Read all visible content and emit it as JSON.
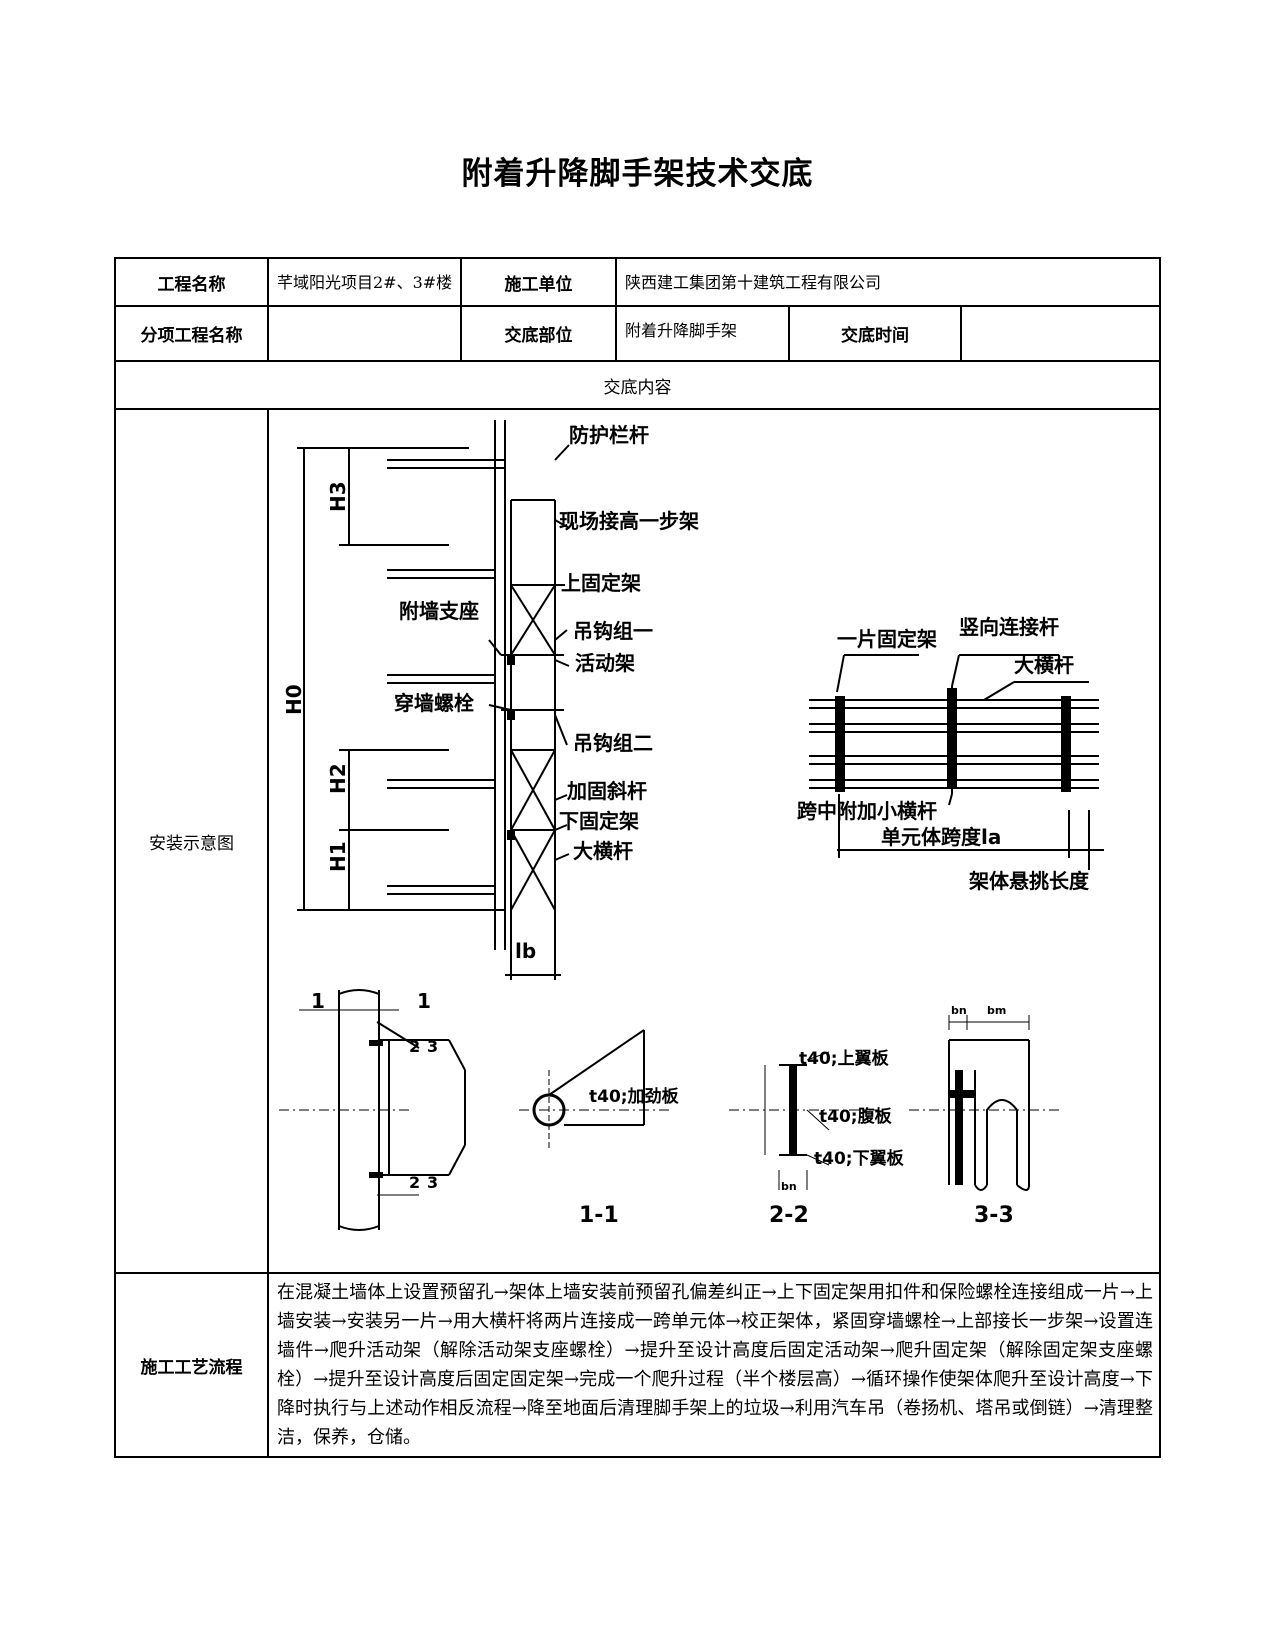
{
  "title": "附着升降脚手架技术交底",
  "header": {
    "project_name_label": "工程名称",
    "project_name": "芊域阳光项目2#、3#楼",
    "contractor_label": "施工单位",
    "contractor": "陕西建工集团第十建筑工程有限公司",
    "sub_project_label": "分项工程名称",
    "sub_project": "",
    "part_label": "交底部位",
    "part": "附着升降脚手架",
    "time_label": "交底时间",
    "time": ""
  },
  "content_header": "交底内容",
  "diagram": {
    "row_label": "安装示意图",
    "labels": {
      "guard_rail": "防护栏杆",
      "site_extend": "现场接高一步架",
      "upper_fixed": "上固定架",
      "wall_support": "附墙支座",
      "hook_group_1": "吊钩组一",
      "movable_frame": "活动架",
      "through_bolt": "穿墙螺栓",
      "hook_group_2": "吊钩组二",
      "reinforce_brace": "加固斜杆",
      "lower_fixed": "下固定架",
      "ledger_left": "大横杆",
      "h3": "H3",
      "h0": "H0",
      "h2": "H2",
      "h1": "H1",
      "lb": "lb",
      "one_fixed_frame": "一片固定架",
      "vertical_connector": "竖向连接杆",
      "ledger_right": "大横杆",
      "mid_span_bar": "跨中附加小横杆",
      "unit_span": "单元体跨度la",
      "cantilever": "架体悬挑长度",
      "sec1_mark_a": "1",
      "sec1_mark_b": "1",
      "weld_2a": "2",
      "weld_3a": "3",
      "weld_2b": "2",
      "weld_3b": "3",
      "t40_rib": "t40;加劲板",
      "t40_top": "t40;上翼板",
      "t40_web": "t40;腹板",
      "t40_bottom": "t40;下翼板",
      "dim_bn1": "bn",
      "dim_bn2": "bn",
      "dim_bm": "bm",
      "sec_1_1": "1-1",
      "sec_2_2": "2-2",
      "sec_3_3": "3-3"
    }
  },
  "process": {
    "row_label": "施工工艺流程",
    "text": "在混凝土墙体上设置预留孔→架体上墙安装前预留孔偏差纠正→上下固定架用扣件和保险螺栓连接组成一片→上墙安装→安装另一片→用大横杆将两片连接成一跨单元体→校正架体，紧固穿墙螺栓→上部接长一步架→设置连墙件→爬升活动架（解除活动架支座螺栓）→提升至设计高度后固定活动架→爬升固定架（解除固定架支座螺栓）→提升至设计高度后固定固定架→完成一个爬升过程（半个楼层高）→循环操作使架体爬升至设计高度→下降时执行与上述动作相反流程→降至地面后清理脚手架上的垃圾→利用汽车吊（卷扬机、塔吊或倒链）→清理整洁，保养，仓储。"
  }
}
